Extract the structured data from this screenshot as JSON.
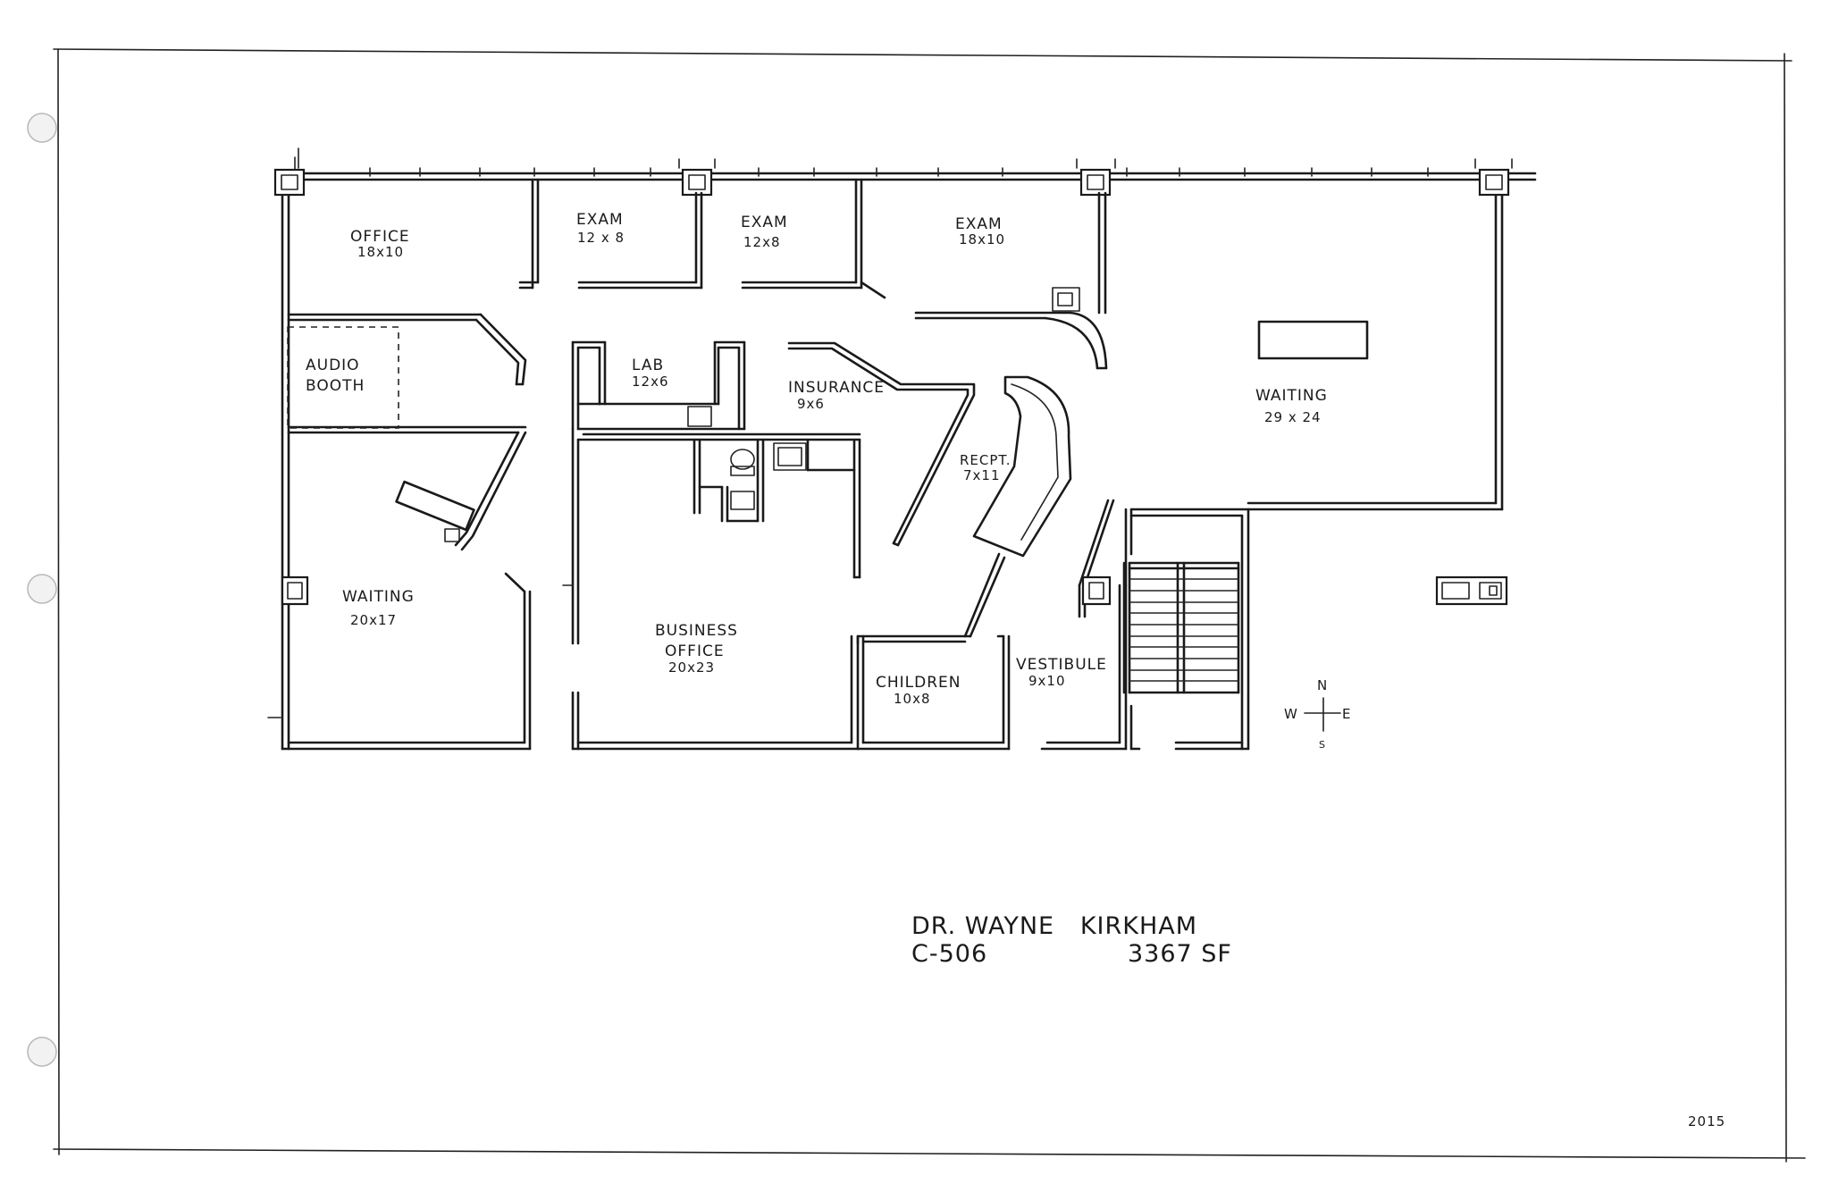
{
  "rooms": {
    "office": {
      "name": "OFFICE",
      "size": "18x10"
    },
    "exam1": {
      "name": "EXAM",
      "size": "12 x 8"
    },
    "exam2": {
      "name": "EXAM",
      "size": "12x8"
    },
    "exam3": {
      "name": "EXAM",
      "size": "18x10"
    },
    "audio": {
      "line1": "AUDIO",
      "line2": "BOOTH"
    },
    "lab": {
      "name": "LAB",
      "size": "12x6"
    },
    "insurance": {
      "name": "INSURANCE",
      "size": "9x6"
    },
    "recept": {
      "name": "RECPT.",
      "size": "7x11"
    },
    "waiting_main": {
      "name": "WAITING",
      "size": "29 x 24"
    },
    "waiting_west": {
      "name": "WAITING",
      "size": "20x17"
    },
    "business": {
      "line1": "BUSINESS",
      "line2": "OFFICE",
      "size": "20x23"
    },
    "children": {
      "name": "CHILDREN",
      "size": "10x8"
    },
    "vestibule": {
      "name": "VESTIBULE",
      "size": "9x10"
    }
  },
  "compass": {
    "n": "N",
    "s": "S",
    "e": "E",
    "w": "W"
  },
  "title": {
    "client": "DR. WAYNE   KIRKHAM",
    "suite": "C-506",
    "area": "3367 SF"
  },
  "year": "2015"
}
